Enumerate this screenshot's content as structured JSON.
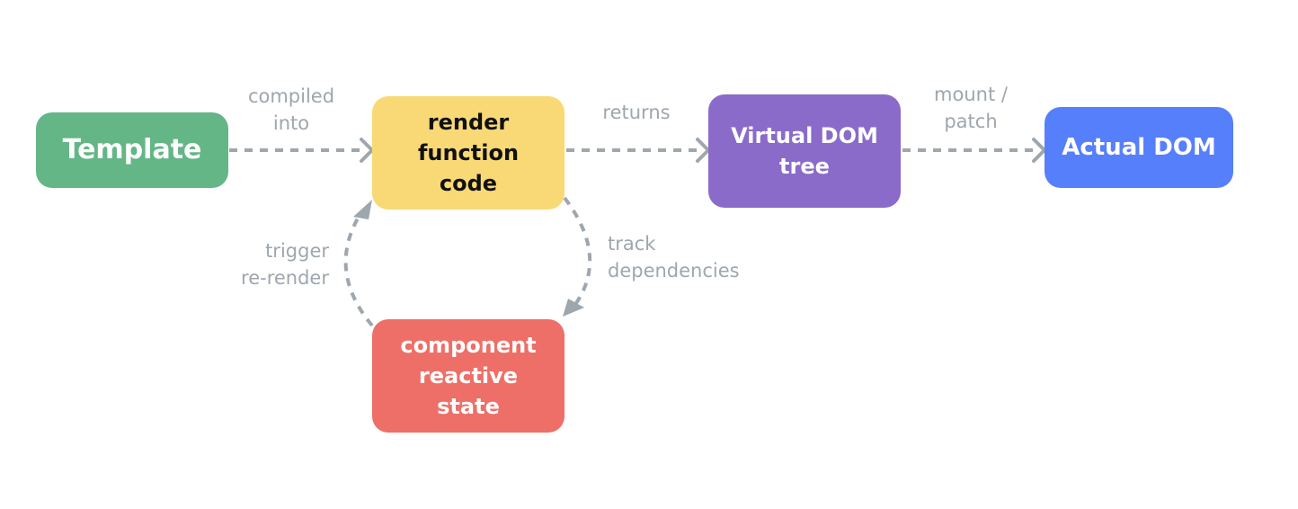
{
  "colors": {
    "template": "#64b687",
    "render": "#f9d976",
    "vdom": "#8a6bc9",
    "actual": "#567ffb",
    "state": "#ed6f67",
    "edge": "#9ea6ae",
    "light_text": "#ffffff",
    "dark_text": "#111111"
  },
  "nodes": {
    "template": "Template",
    "render": "render\nfunction\ncode",
    "vdom": "Virtual DOM\ntree",
    "actual": "Actual DOM",
    "state": "component\nreactive\nstate"
  },
  "edges": {
    "compiled": "compiled\ninto",
    "returns": "returns",
    "mount": "mount /\npatch",
    "track": "track\ndependencies",
    "trigger": "trigger\nre-render"
  }
}
